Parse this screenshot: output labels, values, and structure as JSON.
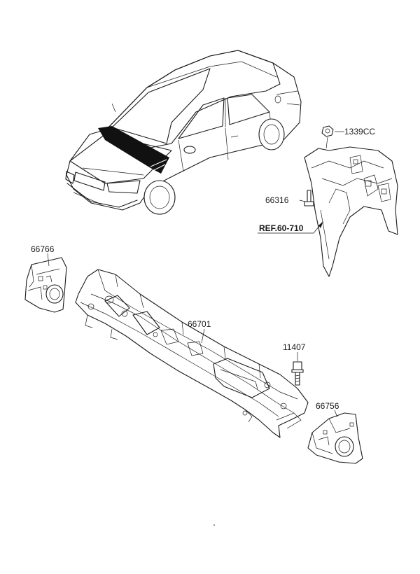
{
  "callouts": {
    "nut": "1339CC",
    "apron_bolt": "66316",
    "reference": "REF.60-710",
    "side_panel_lh": "66766",
    "cowl_panel": "66701",
    "cowl_bolt": "11407",
    "side_panel_rh": "66756"
  }
}
